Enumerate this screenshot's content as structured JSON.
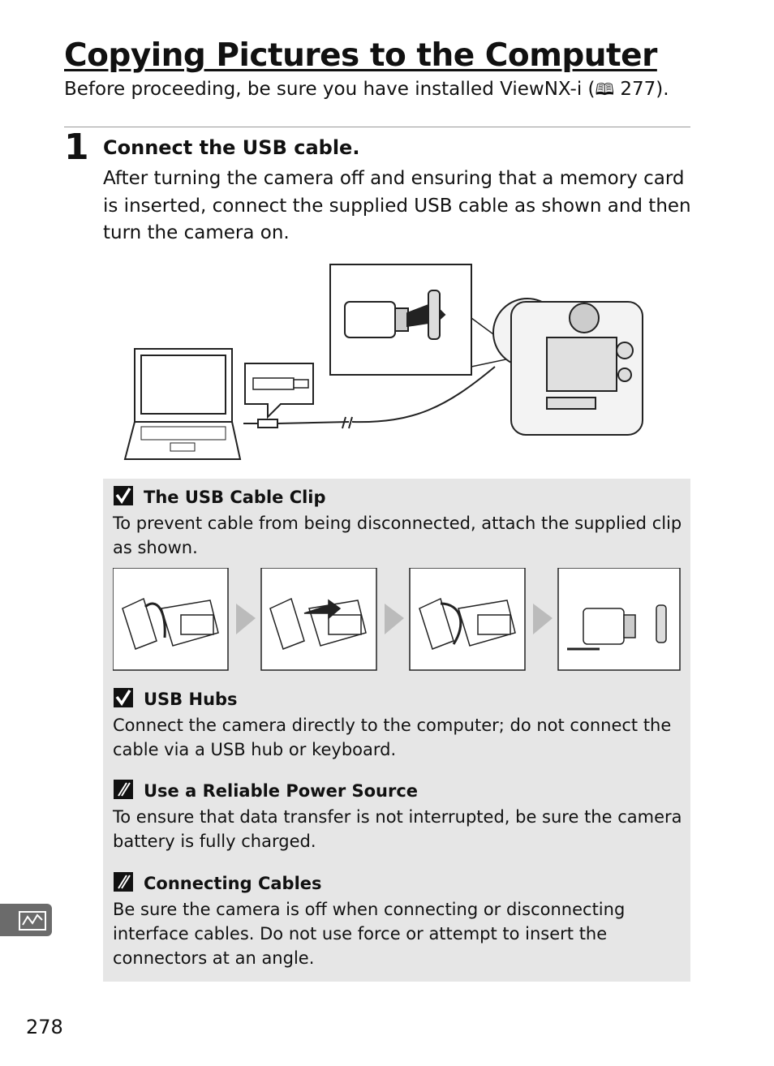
{
  "page": {
    "title": "Copying Pictures to the Computer",
    "intro": {
      "before": "Before proceeding, be sure you have installed ViewNX-i (",
      "icon": "book-icon",
      "after": " 277)."
    },
    "page_number": "278",
    "side_tab_icon": "connection-icon"
  },
  "step": {
    "number": "1",
    "title": "Connect the USB cable.",
    "body": "After turning the camera off and ensuring that a memory card is inserted, connect the supplied USB cable as shown and then turn the camera on."
  },
  "notes": [
    {
      "icon": "caution-check-icon",
      "title": "The USB Cable Clip",
      "body": "To prevent cable from being disconnected, attach the supplied clip as shown."
    },
    {
      "icon": "caution-check-icon",
      "title": "USB Hubs",
      "body": "Connect the camera directly to the computer; do not connect the cable via a USB hub or keyboard."
    },
    {
      "icon": "pencil-note-icon",
      "title": "Use a Reliable Power Source",
      "body": "To ensure that data transfer is not interrupted, be sure the camera battery is fully charged."
    },
    {
      "icon": "pencil-note-icon",
      "title": "Connecting Cables",
      "body": "Be sure the camera is off when connecting or disconnecting interface cables.  Do not use force or attempt to insert the connectors at an angle."
    }
  ],
  "colors": {
    "note_background": "#e6e6e6",
    "side_tab": "#6b6b6b"
  }
}
